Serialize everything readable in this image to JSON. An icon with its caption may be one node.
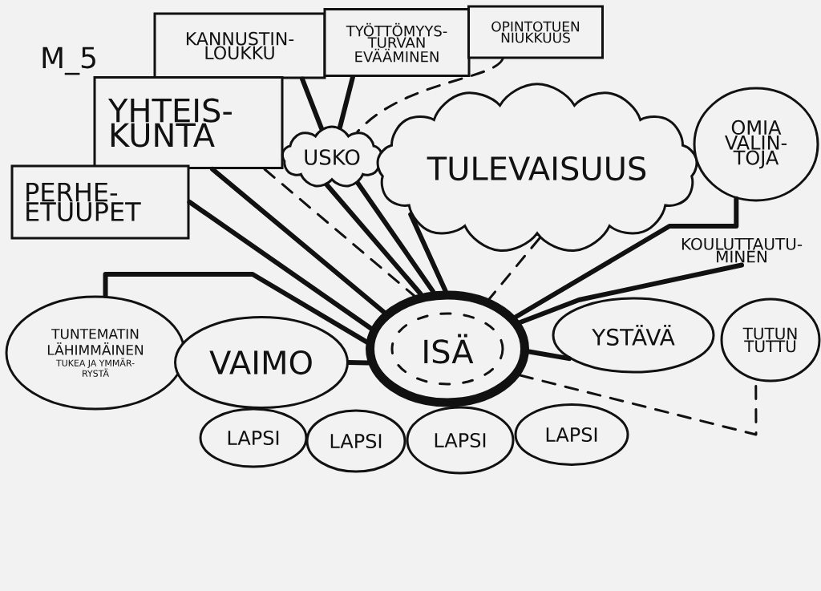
{
  "diagram": {
    "nodes": [
      {
        "text": [
          "KANNUSTIN- LOUKKU"
        ]
      },
      {
        "text": [
          "TYÖTTÖMYYS- TURVAN EVÄÄMINEN"
        ]
      },
      {
        "text": [
          "OPINTOTUEN NIUKKUUS"
        ]
      },
      {
        "text": [
          "YHTEIS- KUNTA"
        ]
      },
      {
        "text": [
          "USKO"
        ]
      },
      {
        "text": [
          "TULEVAISUUS"
        ]
      },
      {
        "text": [
          "OMIA VALIN- TOJA"
        ]
      },
      {
        "text": [
          "PERHE- ETUUPET"
        ]
      },
      {
        "text": [
          "KOULUTTAUTU- MINEN"
        ]
      },
      {
        "text": [
          "TUNTEMATIN LÄHIMMÄINEN",
          "TUKEA JA YMMÄR- RYSTÄ"
        ]
      },
      {
        "text": [
          "VAIMO"
        ]
      },
      {
        "text": [
          "ISÄ"
        ]
      },
      {
        "text": [
          "YSTÄVÄ"
        ]
      },
      {
        "text": [
          "TUTUN TUTTU"
        ]
      },
      {
        "text": [
          "LAPSI"
        ]
      },
      {
        "text": [
          "LAPSI"
        ]
      },
      {
        "text": [
          "LAPSI"
        ]
      },
      {
        "text": [
          "LAPSI"
        ]
      }
    ],
    "edges": [
      {
        "from": 0,
        "to": 4,
        "arrow": "none"
      },
      {
        "from": 1,
        "to": 4,
        "arrow": "none"
      },
      {
        "from": 2,
        "to": 4,
        "arrow": "none",
        "style": "dashed"
      },
      {
        "from": 3,
        "to": 11,
        "arrow": "none"
      },
      {
        "from": 3,
        "to": 11,
        "arrow": "none",
        "style": "dashed"
      },
      {
        "from": 4,
        "to": 11,
        "arrow": "none"
      },
      {
        "from": 4,
        "to": 11,
        "arrow": "none"
      },
      {
        "from": 5,
        "to": 11,
        "arrow": "none"
      },
      {
        "from": 5,
        "to": 11,
        "arrow": "none",
        "style": "dashed"
      },
      {
        "from": 6,
        "to": 11,
        "arrow": "none"
      },
      {
        "from": 7,
        "to": 11,
        "arrow": "none"
      },
      {
        "from": 8,
        "to": 11,
        "arrow": "none"
      },
      {
        "from": 9,
        "to": 11,
        "arrow": "none"
      },
      {
        "from": 10,
        "to": 11,
        "arrow": "none"
      },
      {
        "from": 11,
        "to": 12,
        "arrow": "none"
      },
      {
        "from": 11,
        "to": 13,
        "arrow": "none",
        "style": "dashed"
      }
    ],
    "labels": [
      "M_5"
    ]
  }
}
